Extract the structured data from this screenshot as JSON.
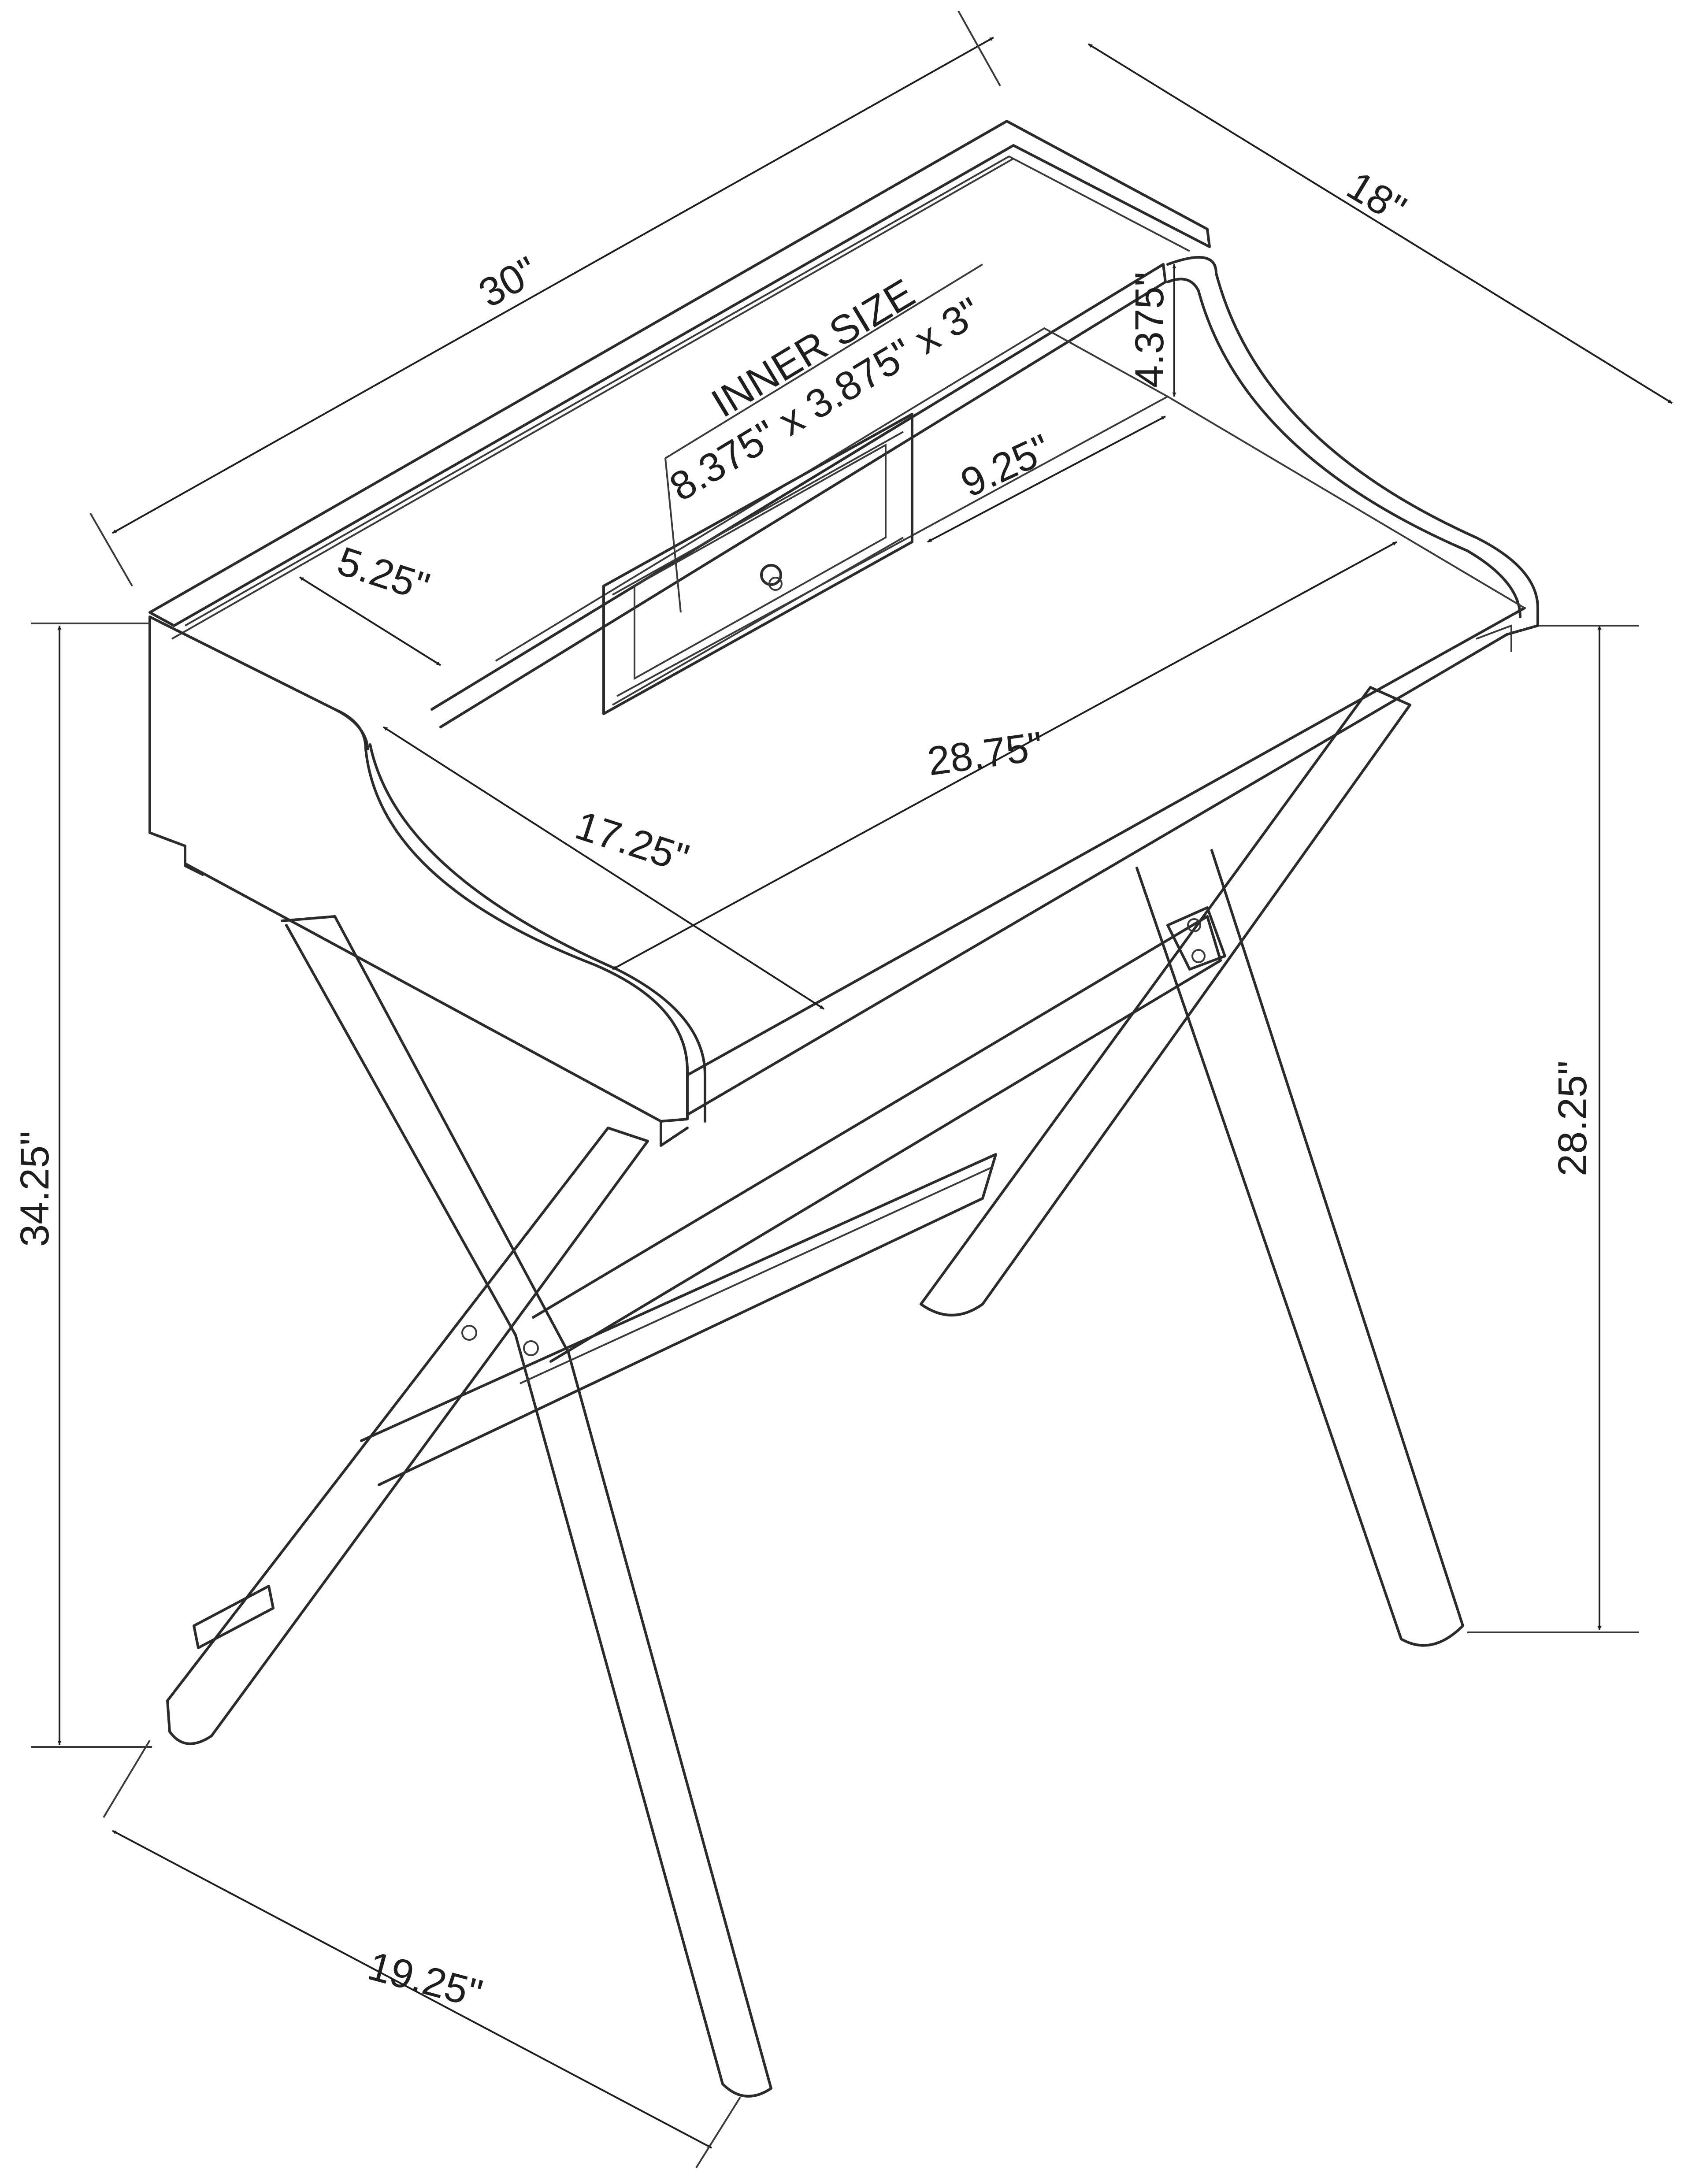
{
  "colors": {
    "line": "#2b2b2b",
    "background": "#ffffff"
  },
  "labels": {
    "width_top": "30\"",
    "depth_top": "18\"",
    "inner_size_title": "INNER SIZE",
    "inner_size_value": "8.375\" x 3.875\" x 3\"",
    "shelf_height": "4.375\"",
    "right_opening": "9.25\"",
    "left_shelf_depth": "5.25\"",
    "desk_width": "28.75\"",
    "desk_depth": "17.25\"",
    "overall_height": "34.25\"",
    "desk_height": "28.25\"",
    "leg_depth": "19.25\""
  }
}
